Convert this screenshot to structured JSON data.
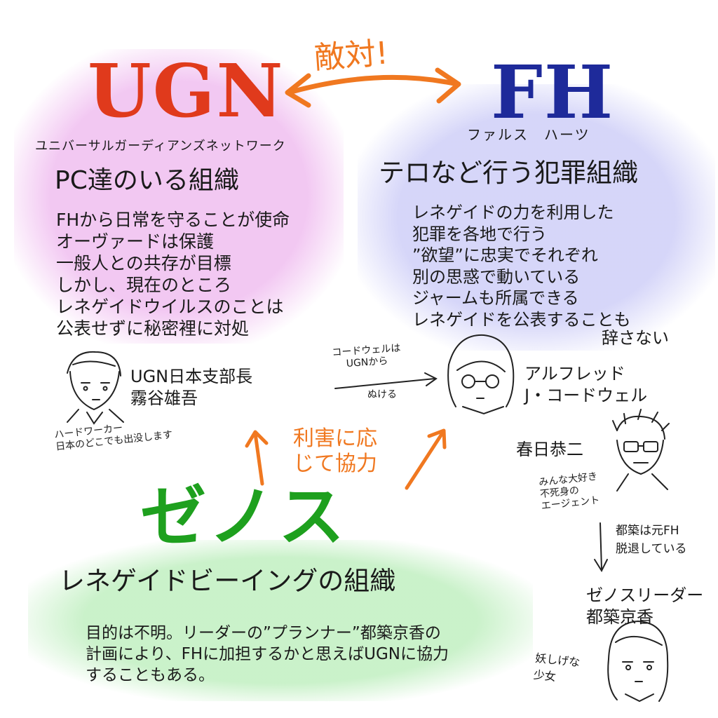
{
  "rivalry": "敵対!",
  "cooperation": "利害に応じて協力",
  "ugn": {
    "logo": "UGN",
    "reading": "ユニバーサルガーディアンズネットワーク",
    "heading": "PC達のいる組織",
    "description": "FHから日常を守ることが使命\nオーヴァードは保護\n一般人との共存が目標\nしかし、現在のところ\nレネゲイドウイルスのことは\n公表せずに秘密裡に対処",
    "leader_name": "UGN日本支部長\n霧谷雄吾",
    "leader_note": "ハードワーカー\n日本のどこでも出没します"
  },
  "fh": {
    "logo": "FH",
    "reading": "ファルス　ハーツ",
    "heading": "テロなど行う犯罪組織",
    "description": "レネゲイドの力を利用した\n犯罪を各地で行う\n”欲望”に忠実でそれぞれ\n別の思惑で動いている\nジャームも所属できる\nレネゲイドを公表することも",
    "description_last": "辞さない",
    "cordwell_note_top": "コードウェルは\nUGNから",
    "cordwell_note_bottom": "ぬける",
    "alfred_name": "アルフレッド\nJ・コードウェル",
    "kasuga_name": "春日恭二",
    "kasuga_note": "みんな大好き\n不死身の\nエージェント"
  },
  "xenos": {
    "logo": "ゼノス",
    "heading": "レネゲイドビーイングの組織",
    "description": "目的は不明。リーダーの”プランナー”都築京香の\n計画により、FHに加担するかと思えばUGNに協力\nすることもある。",
    "miyako_note": "都築は元FH\n脱退している",
    "leader_name": "ゼノスリーダー\n都築京香",
    "leader_desc": "妖しげな\n少女"
  },
  "colors": {
    "ugn_red": "#e03a1c",
    "fh_blue": "#1e2a9a",
    "xenos_green": "#1ea01e",
    "arrow_orange": "#f07820",
    "ugn_bg": "#f0bef0",
    "fh_bg": "#d2d2f8",
    "xenos_bg": "#c4f0c4"
  }
}
